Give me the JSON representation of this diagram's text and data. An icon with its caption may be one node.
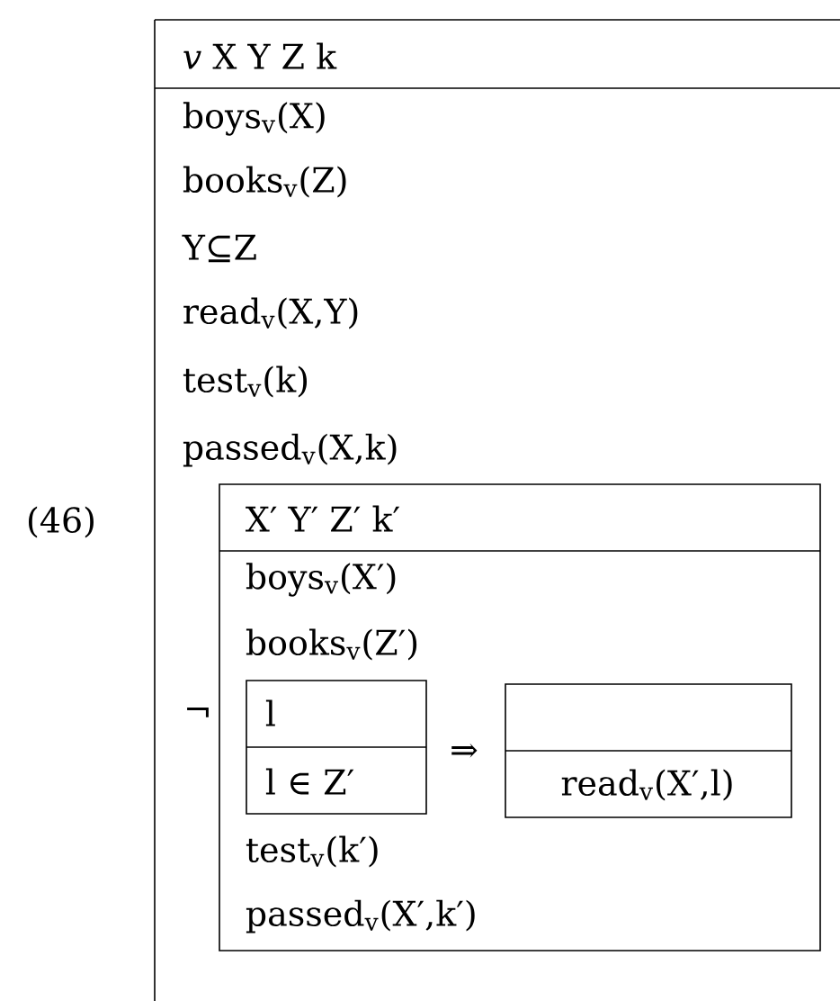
{
  "diagram": {
    "nodes": [
      {
        "text": [
          "*v* X Y Z k",
          "boys$_{v}$(X)",
          "books$_{v}$(Z)",
          "Y⊆Z",
          "read$_{v}$(X,Y)",
          "test$_{v}$(k)",
          "passed$_{v}$(X,k)"
        ]
      },
      {
        "text": [
          "X′ Y′ Z′ k′",
          "boys$_{v}$(X′)",
          "books$_{v}$(Z′)",
          "test$_{v}$(k′)",
          "passed$_{v}$(X′,k′)"
        ],
        "in": 0
      },
      {
        "text": [
          "l",
          "l ∈ Z′"
        ],
        "in": 1
      },
      {
        "text": [
          "read$_{v}$(X′,l)"
        ],
        "in": 1
      }
    ],
    "labels": [
      "(46)",
      "¬",
      "⇒"
    ]
  }
}
